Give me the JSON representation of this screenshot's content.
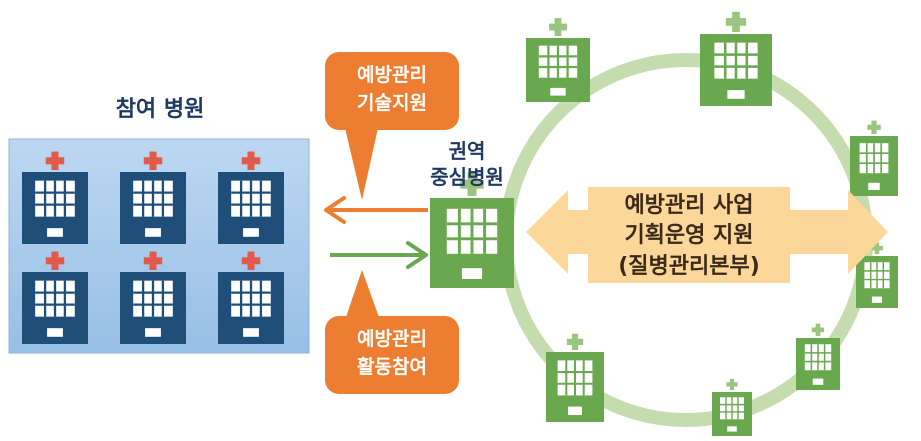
{
  "participating": {
    "title": "참여 병원"
  },
  "hub": {
    "title_line1": "권역",
    "title_line2": "중심병원"
  },
  "callout_top": {
    "line1": "예방관리",
    "line2": "기술지원"
  },
  "callout_bottom": {
    "line1": "예방관리",
    "line2": "활동참여"
  },
  "center": {
    "line1": "예방관리 사업",
    "line2": "기획운영 지원",
    "line3": "(질병관리본부)"
  },
  "colors": {
    "blue_building": "#1f4e79",
    "green_building": "#6aa84f",
    "orange": "#ed7d31",
    "ring": "#c5dcae",
    "center_fill": "#fbd79a",
    "panel": "#a9cbec",
    "cross_red": "#e25b4a",
    "cross_green": "#9bc57f",
    "title_blue": "#1f3864",
    "text_dark": "#3b2a1a"
  }
}
